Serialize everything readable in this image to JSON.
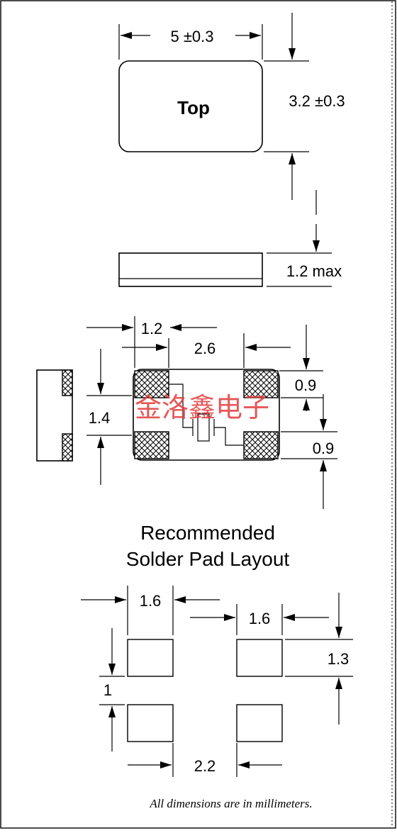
{
  "colors": {
    "line": "#000000",
    "watermark": "#e23a3a",
    "background": "#ffffff"
  },
  "top_view": {
    "label": "Top",
    "width_dim": "5 ±0.3",
    "height_dim": "3.2 ±0.3"
  },
  "side_view": {
    "thickness_dim": "1.2 max"
  },
  "bottom_view": {
    "pad_width_dim": "1.2",
    "pad_gap_dim": "2.6",
    "pad_height_top_dim": "0.9",
    "pad_height_bottom_dim": "0.9",
    "pad_pitch_dim": "1.4",
    "watermark": "金洛鑫电子"
  },
  "solder_layout": {
    "title_line1": "Recommended",
    "title_line2": "Solder Pad Layout",
    "left_pad_width_dim": "1.6",
    "right_pad_width_dim": "1.6",
    "pad_height_dim": "1.3",
    "pad_gap_vertical_dim": "1",
    "pad_gap_horizontal_dim": "2.2"
  },
  "footnote": "All dimensions are in millimeters."
}
